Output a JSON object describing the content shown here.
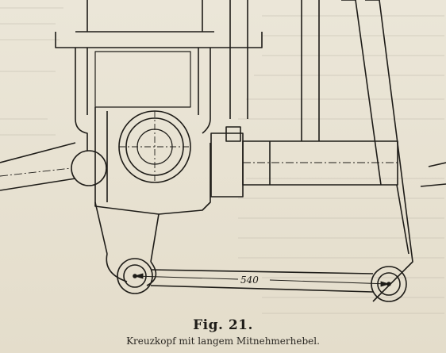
{
  "figure": {
    "number": "Fig. 21.",
    "caption": "Kreuzkopf mit langem Mitnehmerhebel.",
    "dimension_label": "540"
  },
  "colors": {
    "paper": "#e8e2d3",
    "ink": "#1e1c18",
    "bleed": "#9e988a"
  }
}
